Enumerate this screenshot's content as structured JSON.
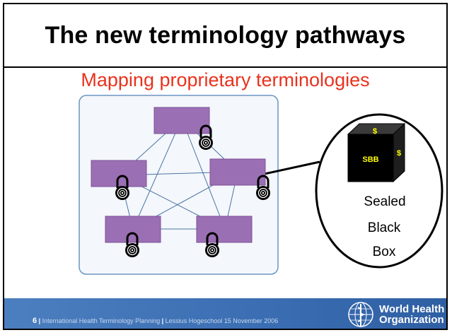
{
  "slide": {
    "title": "The new terminology pathways",
    "subtitle": "Mapping proprietary terminologies"
  },
  "sealed_box": {
    "cube_label": "SBB",
    "cube_symbols": [
      "$",
      "$"
    ],
    "caption_lines": [
      "Sealed",
      "Black",
      "Box"
    ]
  },
  "footer": {
    "page_number": "6",
    "event": "International Health Terminology Planning",
    "venue": "Lessius Hogeschool 15 November 2006",
    "org_name_line1": "World Health",
    "org_name_line2": "Organization"
  },
  "colors": {
    "title_text": "#000000",
    "subtitle_text": "#e8321e",
    "node_fill": "#9b6fb4",
    "node_stroke": "#7d5297",
    "network_border": "#6b96c2",
    "edge": "#4a74a6",
    "footer_bg": "#3a6db2",
    "cube_label": "#ffff00"
  },
  "icons": [
    "padlock-icon",
    "cube-icon",
    "who-emblem-icon"
  ]
}
